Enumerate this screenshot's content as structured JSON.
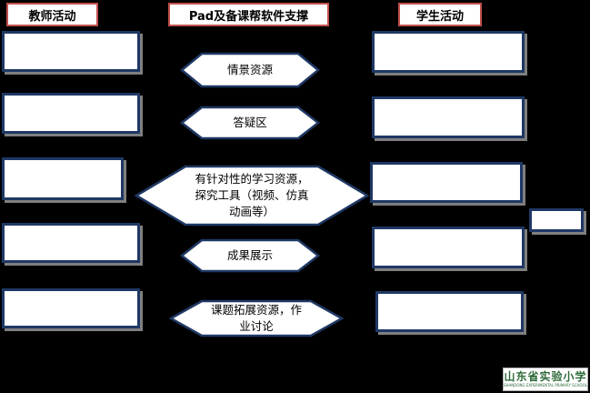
{
  "headers": {
    "teacher": "教师活动",
    "pad": "Pad及备课帮软件支撑",
    "student": "学生活动"
  },
  "center_items": [
    {
      "label": "情景资源"
    },
    {
      "label": "答疑区"
    },
    {
      "label": "有针对性的学习资源，探究工具（视频、仿真动画等）"
    },
    {
      "label": "成果展示"
    },
    {
      "label": "课题拓展资源，作业讨论"
    }
  ],
  "logo": {
    "name_cn": "山东省实验小学",
    "name_en": "SHANDONG EXPERIMENTAL PRIMARY SCHOOL"
  },
  "colors": {
    "background": "#000000",
    "header_border": "#c0504d",
    "box_border": "#1f3864",
    "hex_fill": "#ffffff",
    "hex_stroke": "#1f3864"
  }
}
